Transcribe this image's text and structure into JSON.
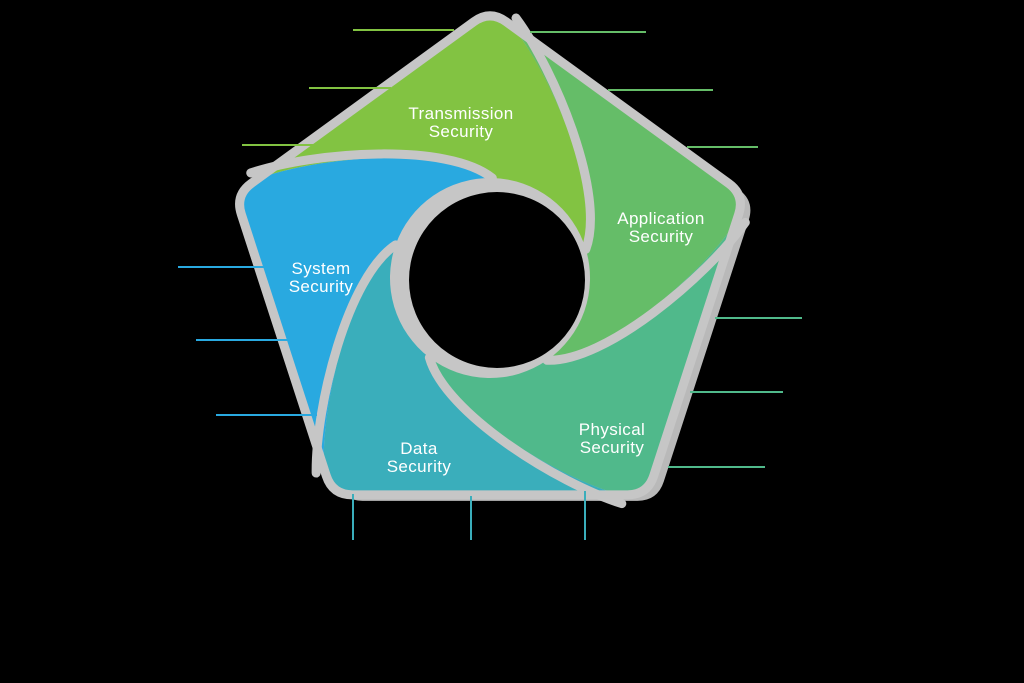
{
  "diagram": {
    "title_hint": "Security pentagon infographic",
    "background_color": "#000000",
    "outline_color": "#c6c6c6",
    "shadow_color": "#b9b9b9",
    "text_color": "#ffffff",
    "segments": [
      {
        "id": "transmission",
        "label_line1": "Transmission",
        "label_line2": "Security",
        "color": "#82c342"
      },
      {
        "id": "application",
        "label_line1": "Application",
        "label_line2": "Security",
        "color": "#65bd68"
      },
      {
        "id": "physical",
        "label_line1": "Physical",
        "label_line2": "Security",
        "color": "#50b98b"
      },
      {
        "id": "data",
        "label_line1": "Data",
        "label_line2": "Security",
        "color": "#3aaebb"
      },
      {
        "id": "system",
        "label_line1": "System",
        "label_line2": "Security",
        "color": "#29a9e0"
      }
    ],
    "callouts": [
      {
        "segment": "transmission",
        "color": "#82c342",
        "lines": [
          [
            353,
            30,
            454,
            30
          ],
          [
            309,
            88,
            391,
            88
          ],
          [
            242,
            145,
            314,
            145
          ]
        ]
      },
      {
        "segment": "application",
        "color": "#65bd68",
        "lines": [
          [
            530,
            32,
            646,
            32
          ],
          [
            608,
            90,
            713,
            90
          ],
          [
            687,
            147,
            758,
            147
          ]
        ]
      },
      {
        "segment": "physical",
        "color": "#50b98b",
        "lines": [
          [
            715,
            318,
            802,
            318
          ],
          [
            690,
            392,
            783,
            392
          ],
          [
            668,
            467,
            765,
            467
          ]
        ]
      },
      {
        "segment": "data",
        "color": "#3aaebb",
        "lines": [
          [
            353,
            494,
            353,
            540
          ],
          [
            471,
            496,
            471,
            540
          ],
          [
            585,
            491,
            585,
            540
          ]
        ]
      },
      {
        "segment": "system",
        "color": "#29a9e0",
        "lines": [
          [
            178,
            267,
            266,
            267
          ],
          [
            196,
            340,
            289,
            340
          ],
          [
            216,
            415,
            317,
            415
          ]
        ]
      }
    ]
  }
}
